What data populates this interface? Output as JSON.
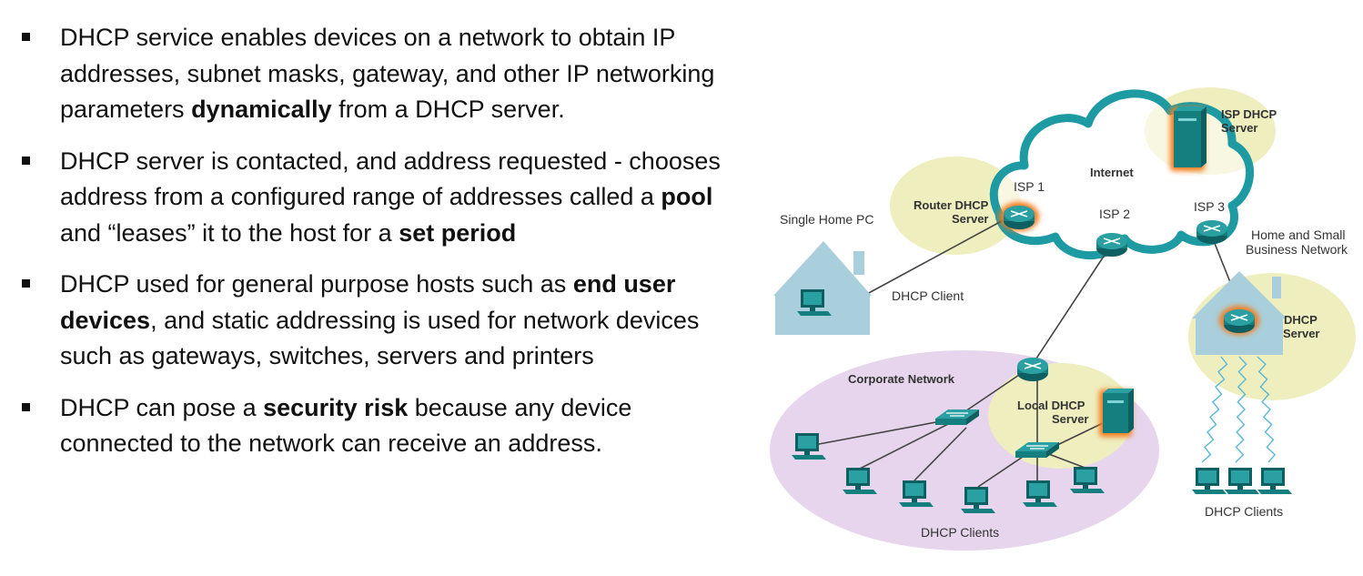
{
  "bullets": [
    {
      "parts": [
        {
          "t": "DHCP service enables devices on a network to obtain IP addresses, subnet masks, gateway, and other IP networking parameters "
        },
        {
          "t": "dynamically",
          "b": true
        },
        {
          "t": " from a DHCP server."
        }
      ]
    },
    {
      "parts": [
        {
          "t": "DHCP server is contacted, and address requested - chooses address from a configured range of addresses called a "
        },
        {
          "t": "pool",
          "b": true
        },
        {
          "t": " and “leases” it to the host for a "
        },
        {
          "t": "set period",
          "b": true
        }
      ]
    },
    {
      "parts": [
        {
          "t": "DHCP used for general purpose hosts such as "
        },
        {
          "t": "end user devices",
          "b": true
        },
        {
          "t": ", and static addressing is used for network devices such as gateways, switches, servers and printers"
        }
      ]
    },
    {
      "parts": [
        {
          "t": "DHCP can pose a "
        },
        {
          "t": "security risk",
          "b": true
        },
        {
          "t": " because any device connected to the network can receive an address."
        }
      ]
    }
  ],
  "diagram": {
    "internet": "Internet",
    "isp1": "ISP 1",
    "isp2": "ISP 2",
    "isp3": "ISP 3",
    "router_dhcp_1": "Router DHCP",
    "router_dhcp_2": "Server",
    "isp_dhcp_1": "ISP DHCP",
    "isp_dhcp_2": "Server",
    "single_home_pc": "Single Home PC",
    "dhcp_client": "DHCP Client",
    "home_small_1": "Home and Small",
    "home_small_2": "Business Network",
    "home_dhcp_1": "DHCP",
    "home_dhcp_2": "Server",
    "corporate_network": "Corporate Network",
    "local_dhcp_1": "Local DHCP",
    "local_dhcp_2": "Server",
    "dhcp_clients_corp": "DHCP Clients",
    "dhcp_clients_home": "DHCP Clients"
  },
  "colors": {
    "cloud_stroke": "#1e9aa3",
    "device_teal": "#157f80",
    "highlight_yellow": "#eeeebf",
    "corporate_purple": "#e6d5ed",
    "house_blue": "#a9cfdc",
    "orange_glow": "#f57c1f"
  }
}
